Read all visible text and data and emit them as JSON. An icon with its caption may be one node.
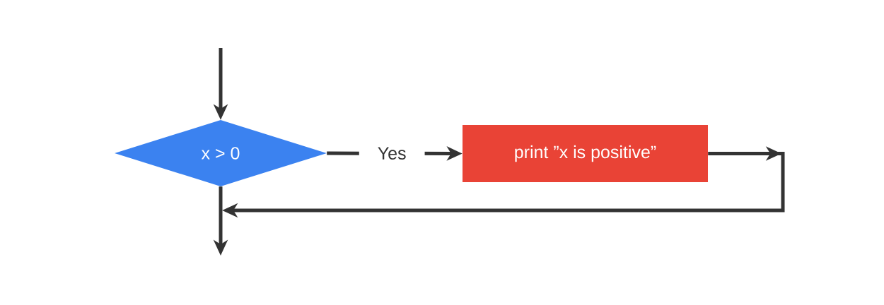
{
  "diagram": {
    "nodes": [
      {
        "text": [
          "x > 0"
        ]
      },
      {
        "text": [
          "print ”x is positive”"
        ]
      }
    ],
    "edges": [
      {
        "from": null,
        "to": 0,
        "arrow": "to"
      },
      {
        "from": 0,
        "to": 1,
        "arrow": "to",
        "label": "Yes"
      },
      {
        "from": 1,
        "to": null,
        "arrow": "to"
      },
      {
        "from": 0,
        "to": null,
        "arrow": "to"
      }
    ]
  }
}
